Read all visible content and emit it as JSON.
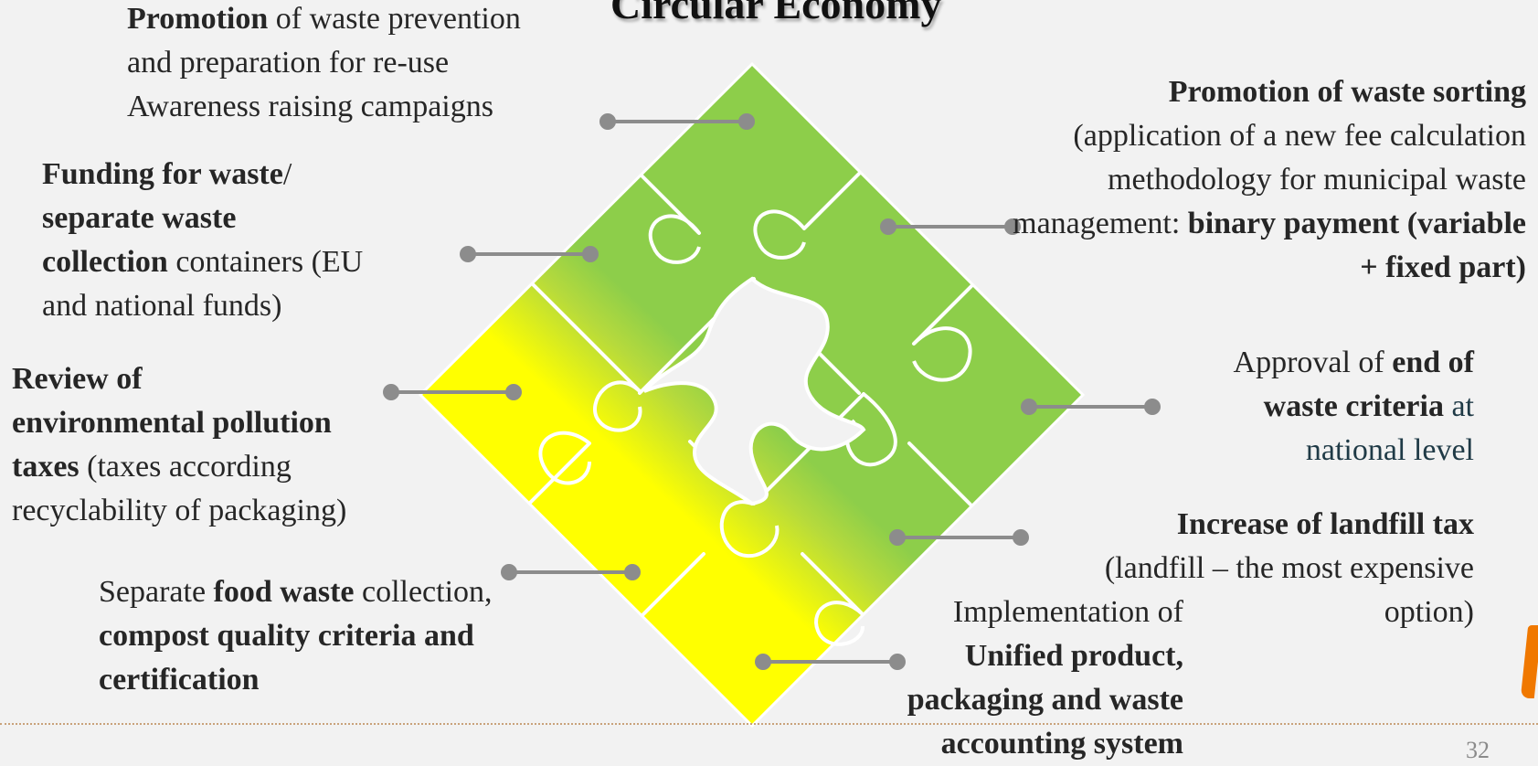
{
  "title": "Circular Economy",
  "page_number": "32",
  "colors": {
    "green": "#8dce4a",
    "yellow": "#ffff00",
    "connector": "#8c8c8c",
    "edge": "#ffffff"
  },
  "items": {
    "promotion_prevention": {
      "b1": "Promotion",
      "t1": " of waste prevention",
      "l2": "and preparation for re-use",
      "l3": "Awareness raising campaigns"
    },
    "funding": {
      "b1": "Funding for waste",
      "t1": "/",
      "b2": "separate waste",
      "b3": "collection",
      "t3": " containers (EU",
      "l4": "and national funds)"
    },
    "review_taxes": {
      "b1": "Review of",
      "b2": "environmental pollution",
      "b3": "taxes",
      "t3": " (taxes according",
      "l4": "recyclability of packaging)"
    },
    "food_waste": {
      "t1": "Separate ",
      "b1": "food waste",
      "t1b": " collection,",
      "b2": "compost quality criteria and",
      "b3": "certification"
    },
    "waste_sorting": {
      "b1": "Promotion of waste sorting",
      "l2": "(application of a new fee calculation",
      "l3": "methodology for municipal waste",
      "t4": "management: ",
      "b4": "binary payment (variable",
      "b5": "+ fixed part)"
    },
    "end_of_waste": {
      "t1": "Approval of ",
      "b1": "end of",
      "b2": "waste criteria",
      "t2": " at",
      "l3": "national level"
    },
    "landfill_tax": {
      "b1": "Increase of landfill tax",
      "l2": "(landfill – the most expensive",
      "l3": "option)"
    },
    "accounting": {
      "l1": "Implementation of",
      "b2": "Unified product,",
      "b3": "packaging and waste",
      "b4": "accounting system"
    }
  }
}
